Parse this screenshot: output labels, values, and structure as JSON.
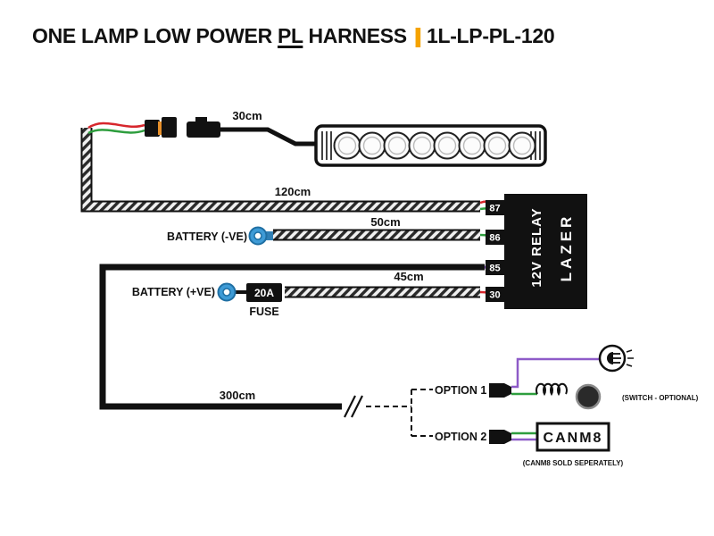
{
  "title": {
    "part1": "ONE LAMP LOW POWER ",
    "underlined": "PL",
    "part2": " HARNESS",
    "separator": "|",
    "code": "1L-LP-PL-120"
  },
  "labels": {
    "wire30": "30cm",
    "wire120": "120cm",
    "wire50": "50cm",
    "wire45": "45cm",
    "wire300": "300cm",
    "battery_negative": "BATTERY (-VE)",
    "battery_positive": "BATTERY (+VE)",
    "fuse_rating": "20A",
    "fuse": "FUSE"
  },
  "relay": {
    "label": "12V RELAY",
    "brand": "LAZER",
    "pins": [
      "87",
      "86",
      "85",
      "30"
    ]
  },
  "options": {
    "option1": "OPTION 1",
    "option2": "OPTION 2",
    "switch_note": "(SWITCH - OPTIONAL)",
    "canm8": "CANM8",
    "canm8_note": "(CANM8 SOLD SEPERATELY)"
  },
  "colors": {
    "accent_orange": "#F5A300",
    "wire_red": "#D7262C",
    "wire_green": "#2E9E3E",
    "wire_purple": "#8E5BC8",
    "terminal_blue": "#3E9BD6",
    "black": "#111111"
  }
}
